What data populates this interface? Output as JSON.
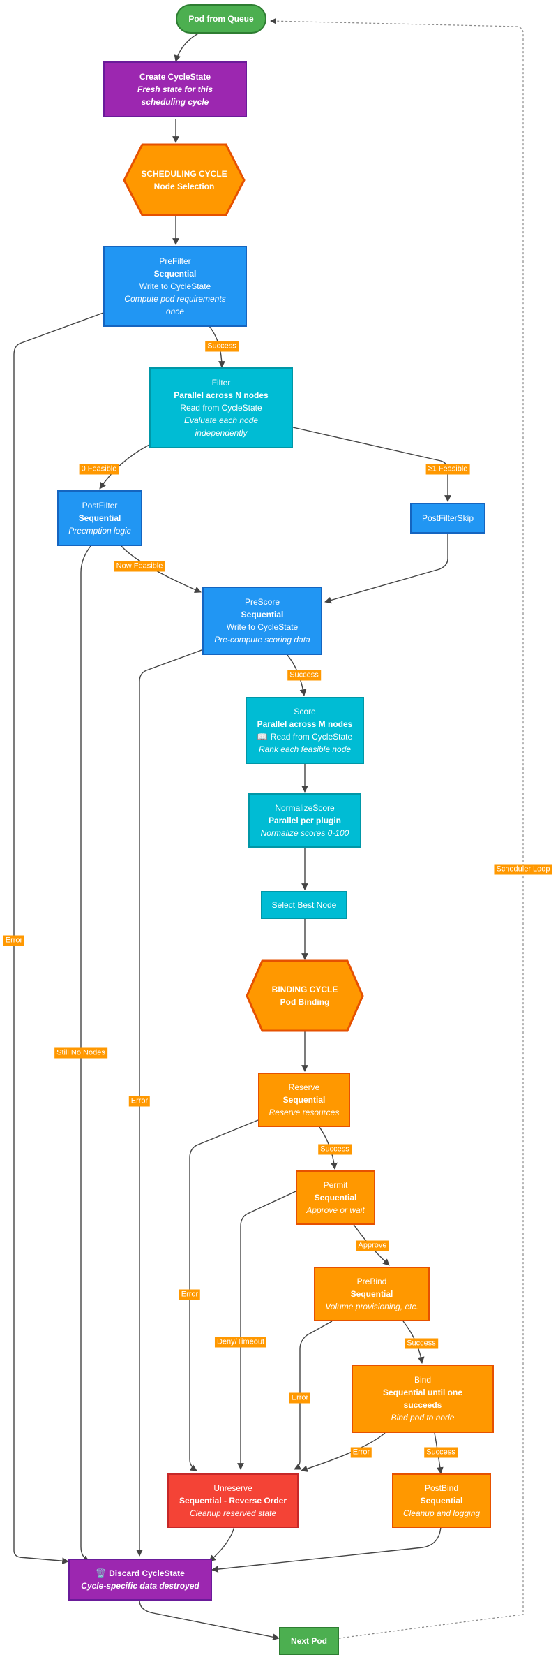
{
  "nodes": {
    "pod_from_queue": {
      "title": "Pod from Queue"
    },
    "create_cyclestate": {
      "title": "Create CycleState",
      "subtitle": "Fresh state for this",
      "subtitle2": "scheduling cycle"
    },
    "scheduling_cycle": {
      "title": "SCHEDULING CYCLE",
      "subtitle": "Node Selection"
    },
    "prefilter": {
      "title": "PreFilter",
      "mode": "Sequential",
      "state": "Write to CycleState",
      "desc": "Compute pod requirements",
      "desc2": "once"
    },
    "filter": {
      "title": "Filter",
      "mode": "Parallel across N nodes",
      "state": "Read from CycleState",
      "desc": "Evaluate each node",
      "desc2": "independently"
    },
    "postfilter": {
      "title": "PostFilter",
      "mode": "Sequential",
      "desc": "Preemption logic"
    },
    "postfilterskip": {
      "title": "PostFilterSkip"
    },
    "prescore": {
      "title": "PreScore",
      "mode": "Sequential",
      "state": "Write to CycleState",
      "desc": "Pre-compute scoring data"
    },
    "score": {
      "title": "Score",
      "mode": "Parallel across M nodes",
      "state": "Read from CycleState",
      "state_icon": "📖",
      "desc": "Rank each feasible node"
    },
    "normalizescore": {
      "title": "NormalizeScore",
      "mode": "Parallel per plugin",
      "desc": "Normalize scores 0-100"
    },
    "select_best_node": {
      "title": "Select Best Node"
    },
    "binding_cycle": {
      "title": "BINDING CYCLE",
      "subtitle": "Pod Binding"
    },
    "reserve": {
      "title": "Reserve",
      "mode": "Sequential",
      "desc": "Reserve resources"
    },
    "permit": {
      "title": "Permit",
      "mode": "Sequential",
      "desc": "Approve or wait"
    },
    "prebind": {
      "title": "PreBind",
      "mode": "Sequential",
      "desc": "Volume provisioning, etc."
    },
    "bind": {
      "title": "Bind",
      "mode": "Sequential until one",
      "mode2": "succeeds",
      "desc": "Bind pod to node"
    },
    "unreserve": {
      "title": "Unreserve",
      "mode": "Sequential - Reverse Order",
      "desc": "Cleanup reserved state"
    },
    "postbind": {
      "title": "PostBind",
      "mode": "Sequential",
      "desc": "Cleanup and logging"
    },
    "discard_cyclestate": {
      "title": "Discard CycleState",
      "icon": "🗑️",
      "desc": "Cycle-specific data destroyed"
    },
    "next_pod": {
      "title": "Next Pod"
    }
  },
  "edge_labels": {
    "prefilter_success": "Success",
    "prefilter_error": "Error",
    "zero_feasible": "0 Feasible",
    "ge1_feasible": "≥1 Feasible",
    "now_feasible": "Now Feasible",
    "still_no_nodes": "Still No Nodes",
    "prescore_success": "Success",
    "prescore_error": "Error",
    "reserve_success": "Success",
    "reserve_error": "Error",
    "permit_approve": "Approve",
    "permit_deny": "Deny/Timeout",
    "prebind_success": "Success",
    "prebind_error": "Error",
    "bind_error": "Error",
    "bind_success": "Success",
    "scheduler_loop": "Scheduler Loop"
  },
  "colors": {
    "sequential_blue": "#2196f3",
    "parallel_cyan": "#00bcd4",
    "binding_orange": "#ff9800",
    "state_purple": "#9c27b0",
    "error_red": "#f44336",
    "start_green": "#4caf50",
    "edge": "#444444"
  }
}
